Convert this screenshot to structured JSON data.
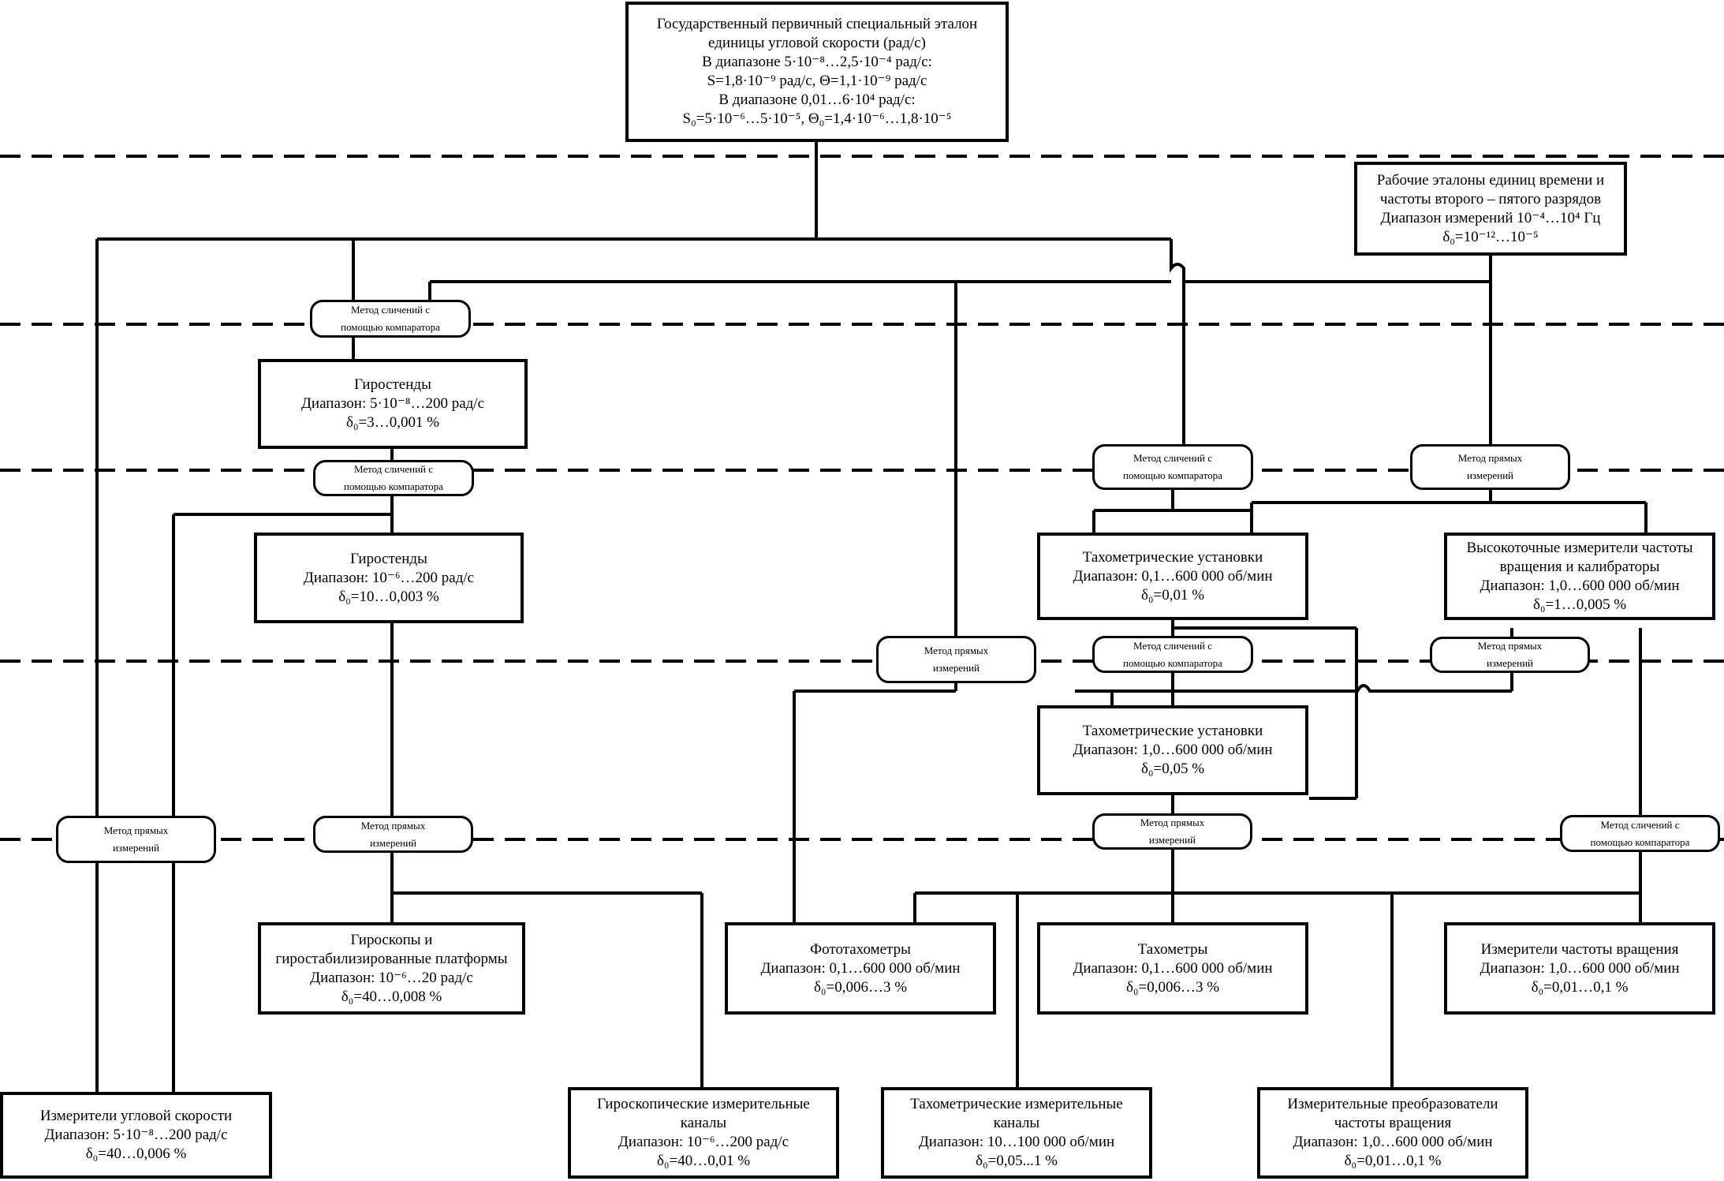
{
  "boxes": {
    "primary": [
      "Государственный первичный специальный эталон",
      "единицы угловой скорости (рад/с)",
      "В диапазоне 5·10⁻⁸…2,5·10⁻⁴ рад/с:",
      "S=1,8·10⁻⁹ рад/с, Θ=1,1·10⁻⁹ рад/с",
      "В диапазоне 0,01…6·10⁴ рад/с:",
      "S₀=5·10⁻⁶…5·10⁻⁵, Θ₀=1,4·10⁻⁶…1,8·10⁻⁵"
    ],
    "work_time": [
      "Рабочие эталоны единиц времени и",
      "частоты второго – пятого разрядов",
      "Диапазон измерений 10⁻⁴…10⁴ Гц",
      "δ₀=10⁻¹²…10⁻⁵"
    ],
    "gyro1": [
      "Гиростенды",
      "Диапазон: 5·10⁻⁸…200 рад/с",
      "δ₀=3…0,001 %"
    ],
    "gyro2": [
      "Гиростенды",
      "Диапазон: 10⁻⁶…200 рад/с",
      "δ₀=10…0,003 %"
    ],
    "tacho1": [
      "Тахометрические установки",
      "Диапазон: 0,1…600 000 об/мин",
      "δ₀=0,01 %"
    ],
    "hp_meters": [
      "Высокоточные измерители частоты",
      "вращения и калибраторы",
      "Диапазон: 1,0…600 000 об/мин",
      "δ₀=1…0,005 %"
    ],
    "tacho2": [
      "Тахометрические установки",
      "Диапазон: 1,0…600 000 об/мин",
      "δ₀=0,05 %"
    ],
    "gyroscopes": [
      "Гироскопы и",
      "гиростабилизированные платформы",
      "Диапазон: 10⁻⁶…20 рад/с",
      "δ₀=40…0,008 %"
    ],
    "photo": [
      "Фототахометры",
      "Диапазон: 0,1…600 000 об/мин",
      "δ₀=0,006…3 %"
    ],
    "tachometers": [
      "Тахометры",
      "Диапазон: 0,1…600 000 об/мин",
      "δ₀=0,006…3 %"
    ],
    "rot_meters": [
      "Измерители частоты вращения",
      "Диапазон: 1,0…600 000 об/мин",
      "δ₀=0,01…0,1 %"
    ],
    "ang_meters": [
      "Измерители угловой скорости",
      "Диапазон: 5·10⁻⁸…200 рад/с",
      "δ₀=40…0,006 %"
    ],
    "gyro_channels": [
      "Гироскопические измерительные",
      "каналы",
      "Диапазон: 10⁻⁶…200 рад/с",
      "δ₀=40…0,01 %"
    ],
    "tacho_channels": [
      "Тахометрические измерительные",
      "каналы",
      "Диапазон: 10…100 000 об/мин",
      "δ₀=0,05...1 %"
    ],
    "converters": [
      "Измерительные преобразователи",
      "частоты вращения",
      "Диапазон: 1,0…600 000 об/мин",
      "δ₀=0,01…0,1 %"
    ]
  },
  "methods": {
    "comparator": [
      "Метод сличений с",
      "помощью компаратора"
    ],
    "direct": [
      "Метод прямых",
      "измерений"
    ]
  }
}
